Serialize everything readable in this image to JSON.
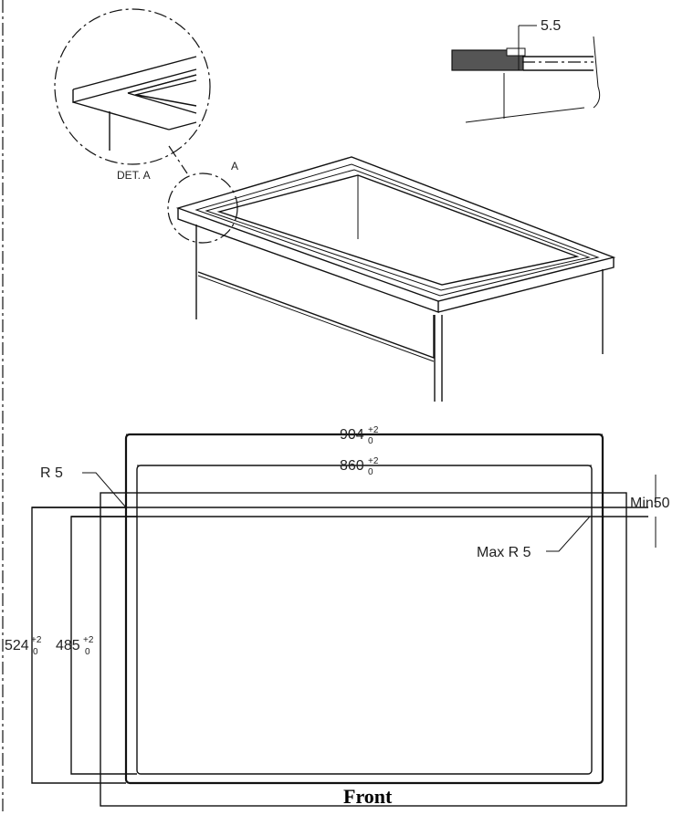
{
  "detail_label": "DET. A",
  "detail_marker": "A",
  "edge_dimension": "5.5",
  "outer_width": {
    "value": "904",
    "tol_upper": "+2",
    "tol_lower": "0"
  },
  "inner_width": {
    "value": "860",
    "tol_upper": "+2",
    "tol_lower": "0"
  },
  "outer_depth": {
    "value": "524",
    "tol_upper": "+2",
    "tol_lower": "0"
  },
  "inner_depth": {
    "value": "485",
    "tol_upper": "+2",
    "tol_lower": "0"
  },
  "corner_radius_label": "R 5",
  "max_radius_label": "Max R 5",
  "min_clearance_label": "Min50",
  "front_label": "Front"
}
